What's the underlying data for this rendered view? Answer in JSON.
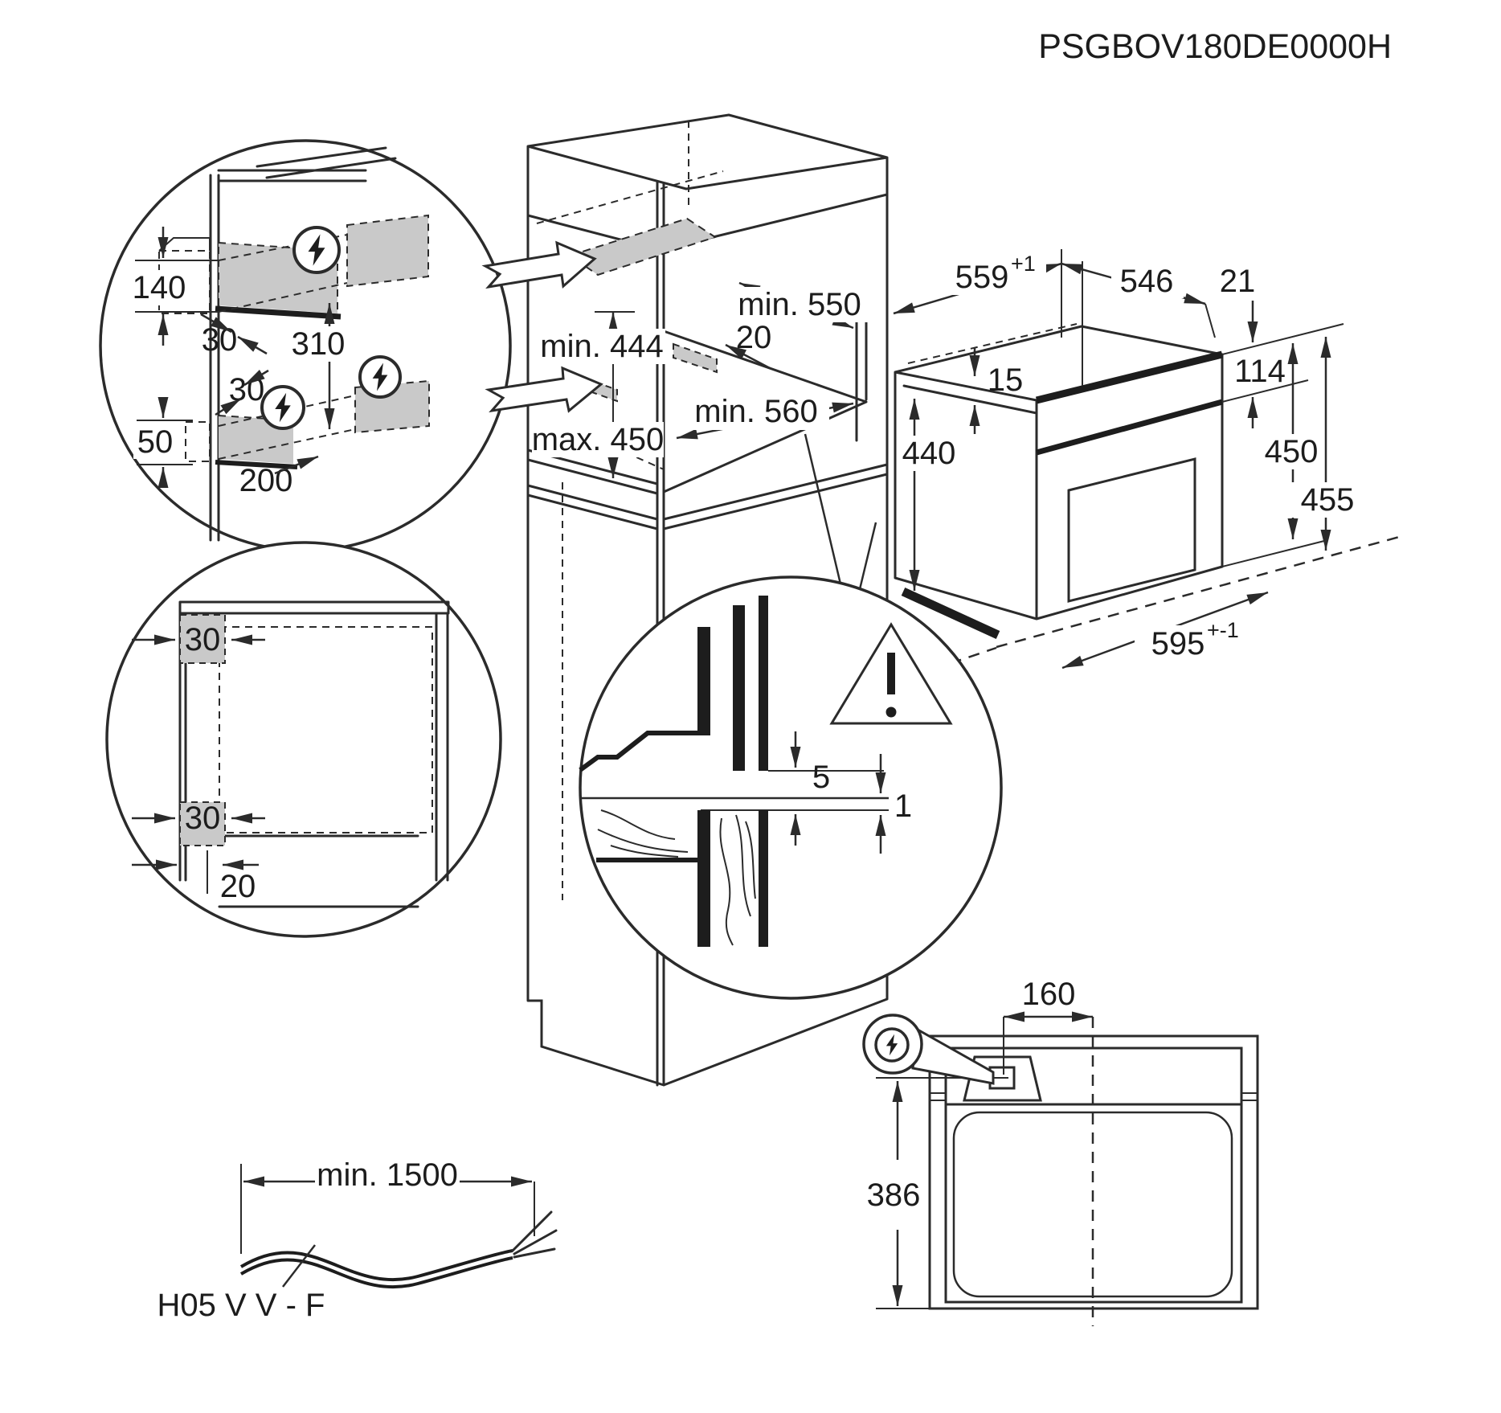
{
  "title": "PSGBOV180DE0000H",
  "wall_detail": {
    "box_height": "140",
    "wall_offset_top": "30",
    "spacing": "310",
    "wall_offset_bottom": "30",
    "box2_height": "50",
    "box_depth": "200"
  },
  "cabinet": {
    "top_shelf_depth": "min. 550",
    "rear_spacer": "20",
    "niche_height_min": "min. 444",
    "niche_height_max": "max. 450",
    "floor_depth_min": "min. 560"
  },
  "oven": {
    "niche_width": "559",
    "niche_width_tol": "+1",
    "body_depth": "546",
    "front_lip": "21",
    "top_clearance": "15",
    "panel_height": "114",
    "body_height": "440",
    "front_height": "450",
    "total_height": "455",
    "front_width": "595",
    "front_width_tol": "+-1"
  },
  "junction_detail": {
    "upper_gap": "5",
    "lower_gap": "1"
  },
  "plan_detail": {
    "upper_offset": "30",
    "lower_offset": "30",
    "front_offset": "20"
  },
  "mains_cable": {
    "min_length": "min. 1500",
    "cable_type": "H05 V V - F"
  },
  "top_view": {
    "conduit_offset": "160",
    "conduit_depth": "386"
  }
}
